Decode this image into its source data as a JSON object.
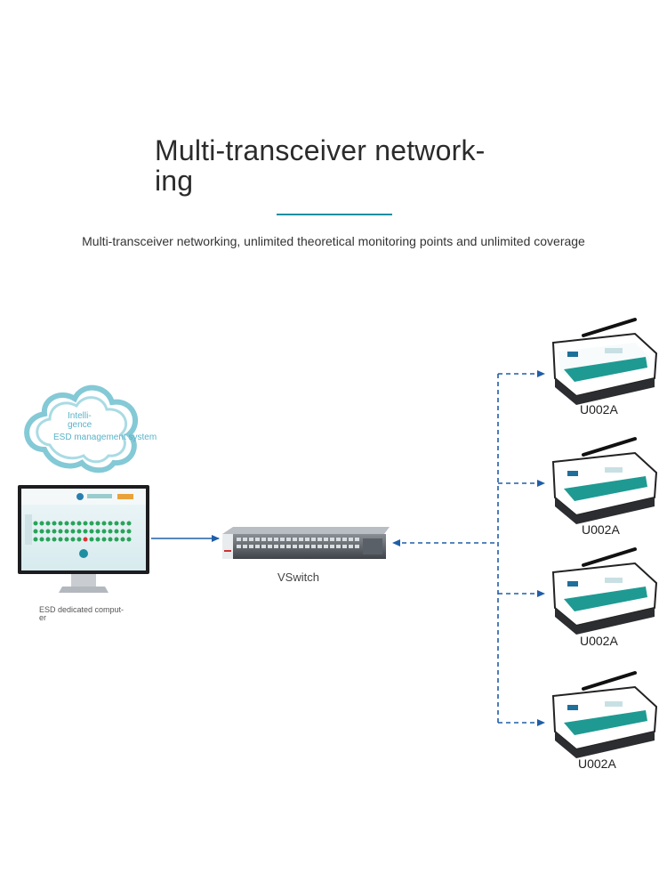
{
  "title": "Multi-transceiver network-ing",
  "title_line1": "Multi-transceiver network-",
  "title_line2": "ing",
  "subtitle": "Multi-transceiver networking, unlimited theoretical monitoring points and unlimited coverage",
  "cloud": {
    "line1": "Intelli-",
    "line2": "gence",
    "line3": "ESD management system"
  },
  "computer_label_line1": "ESD dedicated comput-",
  "computer_label_line2": "er",
  "switch_label": "VSwitch",
  "devices": [
    {
      "label": "U002A"
    },
    {
      "label": "U002A"
    },
    {
      "label": "U002A"
    },
    {
      "label": "U002A"
    }
  ],
  "colors": {
    "accent": "#1e8fa0",
    "arrow": "#1f5ea8",
    "cloud": "#6fc0cf"
  }
}
